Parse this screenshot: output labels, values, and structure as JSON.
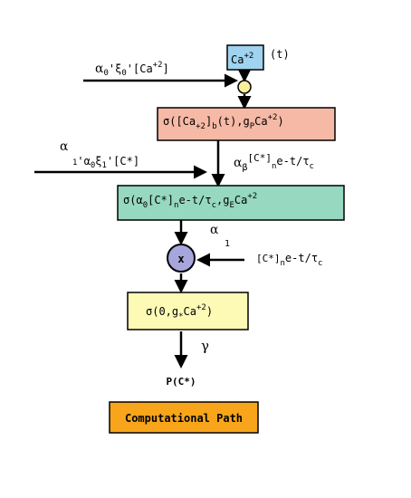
{
  "diagram": {
    "title": "",
    "nodes": {
      "ca_box": {
        "label": "Ca",
        "sup": "+2",
        "suffix": "(t)",
        "fill": "#9fd3ef"
      },
      "sigma1": {
        "p1": "σ([Ca",
        "p1sub": "+2",
        "p2": "]",
        "p2sub": "b",
        "p3": "(t),g",
        "p3sub": "P",
        "p4": "Ca",
        "p4sup": "+2",
        "p5": ")",
        "fill": "#f6b9a6"
      },
      "sigma2": {
        "p1": "σ(α",
        "p1sub": "0",
        "p2": "[C*]",
        "p2sub": "n",
        "p3": "e-t/τ",
        "p3sub": "c",
        "p4": ",g",
        "p4sub": "E",
        "p5": "Ca",
        "p5sup": "+2",
        "fill": "#96d8c0"
      },
      "multiply": {
        "label": "x",
        "fill": "#a7a6dc"
      },
      "sigma3": {
        "p1": "σ(0,g",
        "p1sub": "*",
        "p2": "Ca",
        "p2sup": "+2",
        "p3": ")",
        "fill": "#fdfab6"
      },
      "output": {
        "label": "P(C*)"
      },
      "legend_box": {
        "label": "Computational Path",
        "fill": "#f8a51b"
      }
    },
    "inputs": {
      "in0": {
        "a": "α",
        "asub": "0",
        "b": "'ξ",
        "bsub": "0",
        "c": "'[Ca",
        "csup": "+2",
        "d": "]"
      },
      "in1": {
        "a": "α",
        "l2a_sub": "1",
        "l2b": "'α",
        "l2b_sub": "0",
        "l2c": "ξ",
        "l2c_sub": "1",
        "l2d": "'[C*]"
      },
      "in2": {
        "a": "α",
        "asub": "β",
        "b": "[C*]",
        "bsub": "n",
        "c": "e-t/τ",
        "csub": "c"
      },
      "in3": {
        "a": "α",
        "sub": "1"
      },
      "in4": {
        "a": "[C*]",
        "asub": "n",
        "b": "e-t/τ",
        "bsub": "c"
      },
      "gamma": {
        "label": "γ"
      }
    }
  }
}
